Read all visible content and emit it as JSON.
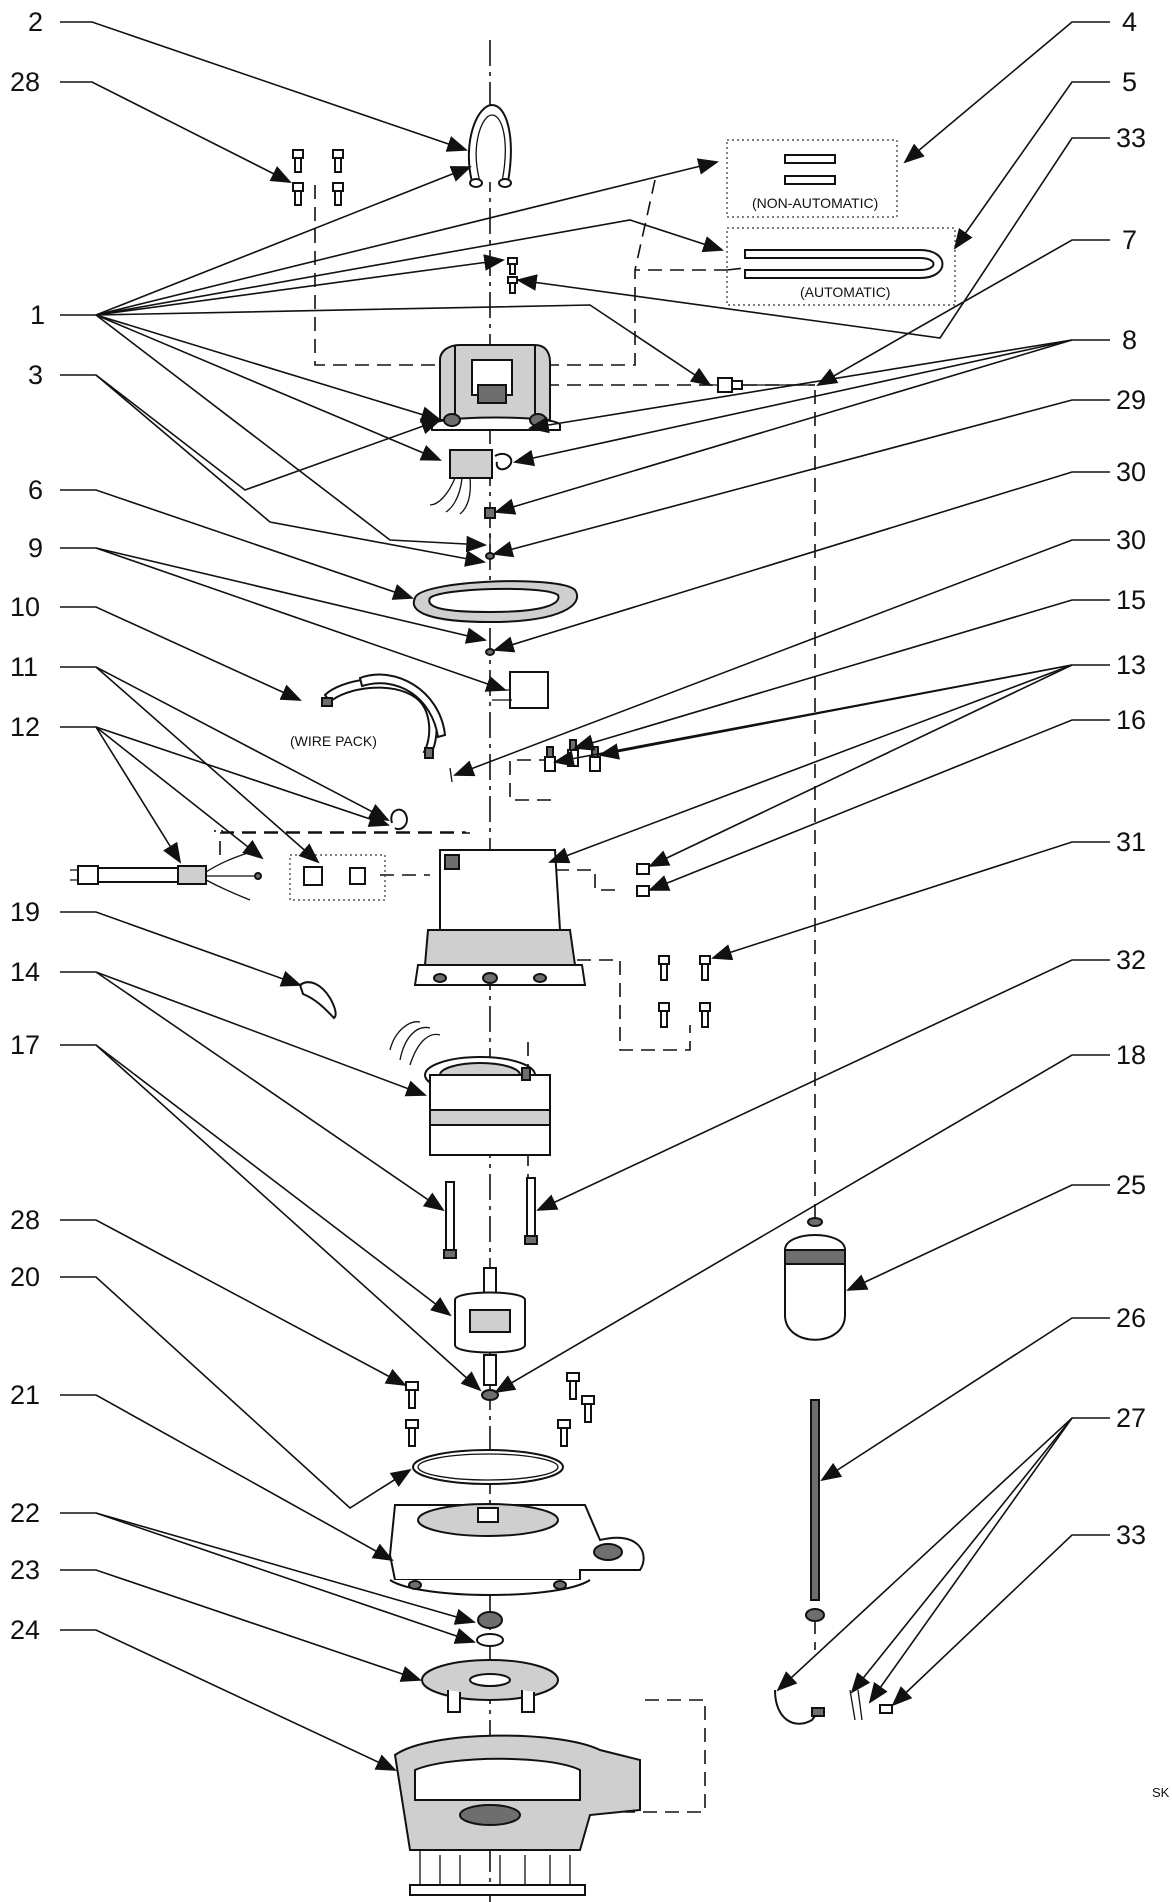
{
  "diagram": {
    "labels_left": [
      "2",
      "28",
      "1",
      "3",
      "6",
      "9",
      "10",
      "11",
      "12",
      "19",
      "14",
      "17",
      "28",
      "20",
      "21",
      "22",
      "23",
      "24"
    ],
    "labels_right": [
      "4",
      "5",
      "33",
      "7",
      "8",
      "29",
      "30",
      "30",
      "15",
      "13",
      "16",
      "31",
      "32",
      "18",
      "25",
      "26",
      "27",
      "33"
    ],
    "notes": {
      "non_automatic": "(NON-AUTOMATIC)",
      "automatic": "(AUTOMATIC)",
      "wire_pack": "(WIRE PACK)"
    },
    "corner_code": "SK"
  }
}
